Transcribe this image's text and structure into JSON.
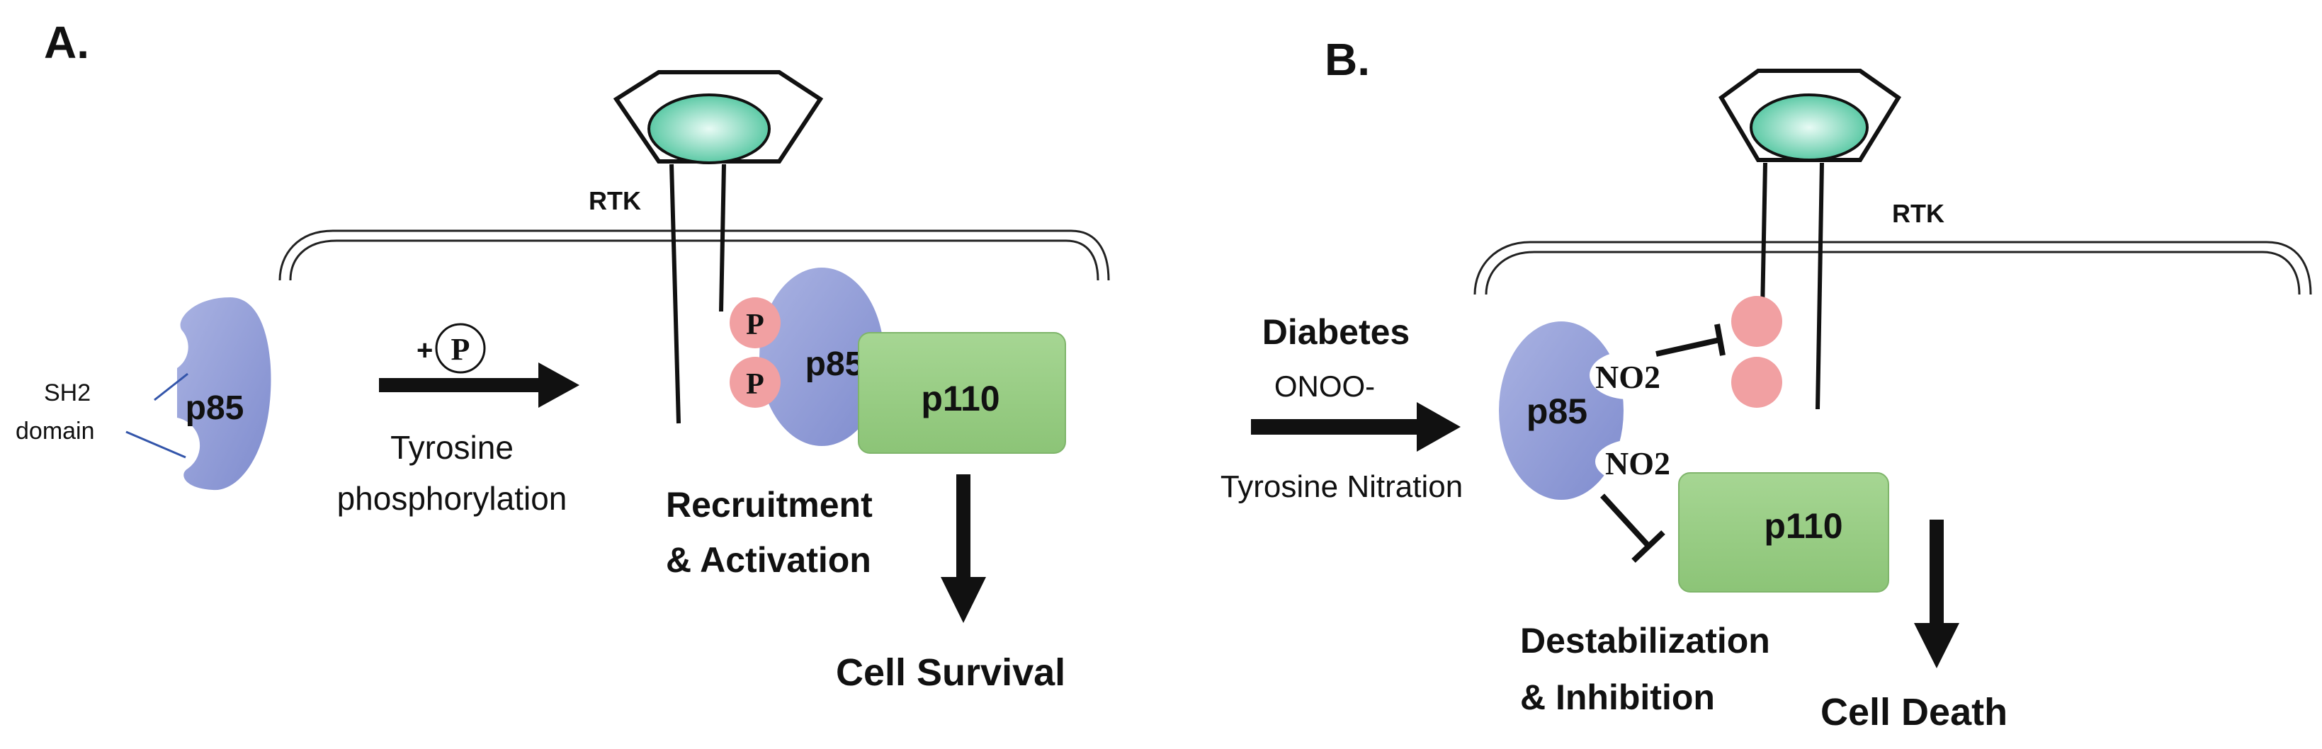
{
  "panel_a": {
    "label": "A.",
    "receptor_label": "RTK",
    "sh2_label_line1": "SH2",
    "sh2_label_line2": "domain",
    "p85_free": "p85",
    "phospho_prefix": "+",
    "phospho_symbol": "P",
    "step_label_line1": "Tyrosine",
    "step_label_line2": "phosphorylation",
    "phospho_site_1": "P",
    "phospho_site_2": "P",
    "p85_bound": "p85",
    "p110": "p110",
    "process_line1": "Recruitment",
    "process_line2": "& Activation",
    "outcome": "Cell Survival"
  },
  "panel_b": {
    "label": "B.",
    "receptor_label": "RTK",
    "condition_line1": "Diabetes",
    "condition_line2": "ONOO-",
    "step_label": "Tyrosine Nitration",
    "p85": "p85",
    "nitro_1": "NO2",
    "nitro_2": "NO2",
    "p110": "p110",
    "process_line1": "Destabilization",
    "process_line2": "& Inhibition",
    "outcome": "Cell Death"
  },
  "colors": {
    "p85_fill": "#8e9ad4",
    "p110_fill": "#98cc85",
    "phospho_site": "#f1a0a2",
    "ligand": "#3fbf95",
    "line": "#111111"
  }
}
